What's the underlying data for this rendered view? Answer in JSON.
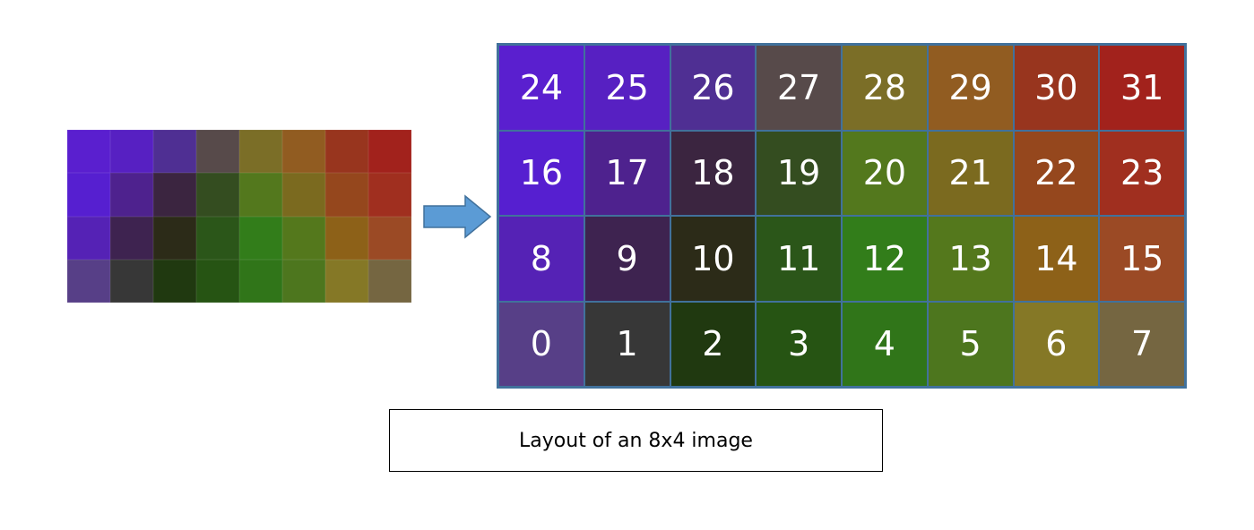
{
  "top_fragment": "",
  "caption": "Layout of an 8x4 image",
  "arrow": {
    "icon": "right-arrow-icon",
    "fill": "#5b9bd5",
    "stroke": "#41719c"
  },
  "grid": {
    "columns": 8,
    "rows": 4,
    "border_color": "#41719c",
    "cells": [
      {
        "label": "24",
        "color": "#5a1fcf"
      },
      {
        "label": "25",
        "color": "#5720c2"
      },
      {
        "label": "26",
        "color": "#4f2f93"
      },
      {
        "label": "27",
        "color": "#574a4a"
      },
      {
        "label": "28",
        "color": "#7b6e27"
      },
      {
        "label": "29",
        "color": "#915c21"
      },
      {
        "label": "30",
        "color": "#98351e"
      },
      {
        "label": "31",
        "color": "#a2221c"
      },
      {
        "label": "16",
        "color": "#561fd0"
      },
      {
        "label": "17",
        "color": "#4e228e"
      },
      {
        "label": "18",
        "color": "#3b2540"
      },
      {
        "label": "19",
        "color": "#344d20"
      },
      {
        "label": "20",
        "color": "#53781d"
      },
      {
        "label": "21",
        "color": "#7b6a1f"
      },
      {
        "label": "22",
        "color": "#95471d"
      },
      {
        "label": "23",
        "color": "#a02f1f"
      },
      {
        "label": "8",
        "color": "#5522b5"
      },
      {
        "label": "9",
        "color": "#3e2350"
      },
      {
        "label": "10",
        "color": "#2c2b18"
      },
      {
        "label": "11",
        "color": "#2b5619"
      },
      {
        "label": "12",
        "color": "#327d1a"
      },
      {
        "label": "13",
        "color": "#54781c"
      },
      {
        "label": "14",
        "color": "#8d6118"
      },
      {
        "label": "15",
        "color": "#9b4a25"
      },
      {
        "label": "0",
        "color": "#573f87"
      },
      {
        "label": "1",
        "color": "#373737"
      },
      {
        "label": "2",
        "color": "#203910"
      },
      {
        "label": "3",
        "color": "#265413"
      },
      {
        "label": "4",
        "color": "#307519"
      },
      {
        "label": "5",
        "color": "#4d761e"
      },
      {
        "label": "6",
        "color": "#857826"
      },
      {
        "label": "7",
        "color": "#756641"
      }
    ]
  }
}
